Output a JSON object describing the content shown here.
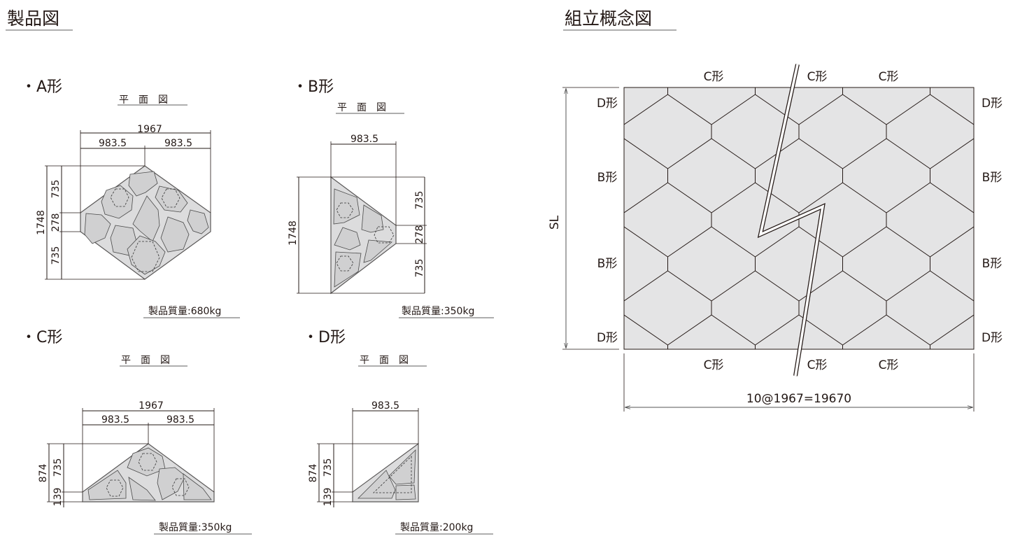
{
  "headers": {
    "product": "製品図",
    "assembly": "組立概念図"
  },
  "plan_label": "平　面　図",
  "types": {
    "A": {
      "title": "・A形",
      "dim_total": "1967",
      "dim_half_l": "983.5",
      "dim_half_r": "983.5",
      "dim_height": "1748",
      "dim_v1": "735",
      "dim_v2": "278",
      "dim_v3": "735",
      "mass": "製品質量:680kg"
    },
    "B": {
      "title": "・B形",
      "dim_half": "983.5",
      "dim_height": "1748",
      "dim_v1": "735",
      "dim_v2": "278",
      "dim_v3": "735",
      "mass": "製品質量:350kg"
    },
    "C": {
      "title": "・C形",
      "dim_total": "1967",
      "dim_half_l": "983.5",
      "dim_half_r": "983.5",
      "dim_height": "874",
      "dim_v1": "735",
      "dim_v2": "139",
      "mass": "製品質量:350kg"
    },
    "D": {
      "title": "・D形",
      "dim_half": "983.5",
      "dim_height": "874",
      "dim_v1": "735",
      "dim_v2": "139",
      "mass": "製品質量:200kg"
    }
  },
  "assembly": {
    "top_labels": [
      "C形",
      "C形",
      "C形"
    ],
    "bottom_labels": [
      "C形",
      "C形",
      "C形"
    ],
    "left_labels": [
      "D形",
      "B形",
      "B形",
      "D形"
    ],
    "right_labels": [
      "D形",
      "B形",
      "B形",
      "D形"
    ],
    "height_label": "SL",
    "width_label": "10@1967=19670",
    "fill_color": "#e4e4e5"
  }
}
